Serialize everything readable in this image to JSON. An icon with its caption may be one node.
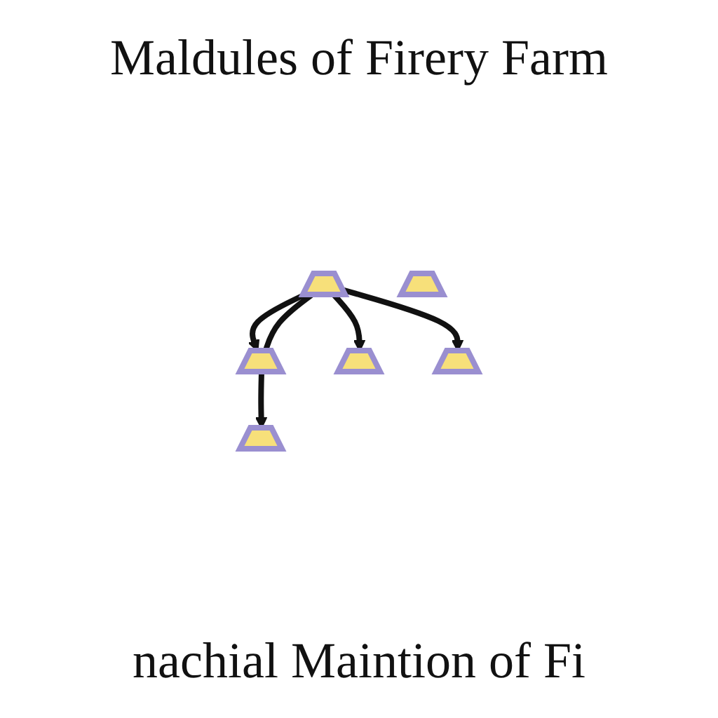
{
  "diagram": {
    "title": "Maldules of Firery Farm",
    "caption": "nachial Maintion of Fi",
    "nodes": [
      {
        "text": [],
        "shape": "house"
      },
      {
        "text": [],
        "shape": "house"
      },
      {
        "text": [],
        "shape": "house"
      },
      {
        "text": [],
        "shape": "house"
      },
      {
        "text": [],
        "shape": "house"
      },
      {
        "text": [],
        "shape": "house"
      }
    ],
    "edges": [
      {
        "from": 0,
        "to": 1,
        "arrow": "to"
      },
      {
        "from": 0,
        "to": 1,
        "arrow": "none"
      },
      {
        "from": 0,
        "to": 2,
        "arrow": "to"
      },
      {
        "from": 0,
        "to": 3,
        "arrow": "to"
      },
      {
        "from": 1,
        "to": 4,
        "arrow": "to"
      }
    ]
  }
}
